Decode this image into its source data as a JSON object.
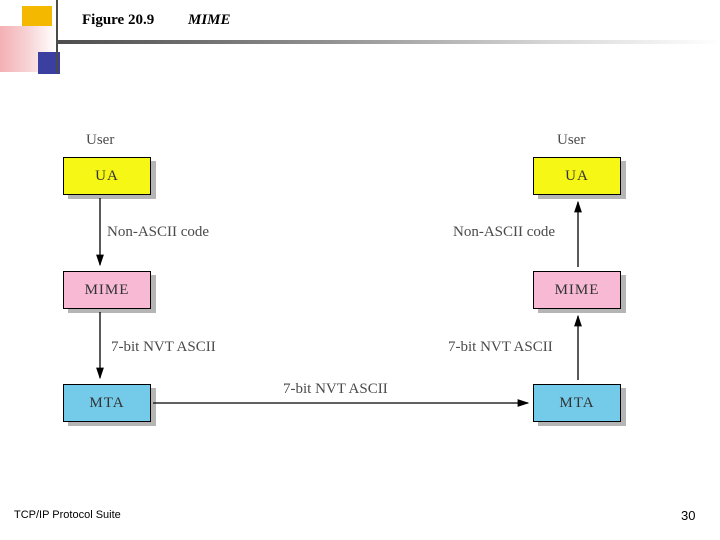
{
  "header": {
    "figure_label": "Figure 20.9",
    "figure_title": "MIME"
  },
  "footer": {
    "suite": "TCP/IP Protocol Suite",
    "page_number": "30"
  },
  "diagram": {
    "left": {
      "user_label": "User",
      "boxes": [
        {
          "label": "UA",
          "color": "#f7f716"
        },
        {
          "label": "MIME",
          "color": "#f7b9d4"
        },
        {
          "label": "MTA",
          "color": "#73cbe9"
        }
      ],
      "edge_labels": [
        "Non-ASCII code",
        "7-bit NVT ASCII"
      ]
    },
    "right": {
      "user_label": "User",
      "boxes": [
        {
          "label": "UA",
          "color": "#f7f716"
        },
        {
          "label": "MIME",
          "color": "#f7b9d4"
        },
        {
          "label": "MTA",
          "color": "#73cbe9"
        }
      ],
      "edge_labels": [
        "Non-ASCII code",
        "7-bit NVT ASCII"
      ]
    },
    "middle_label": "7-bit NVT ASCII"
  }
}
